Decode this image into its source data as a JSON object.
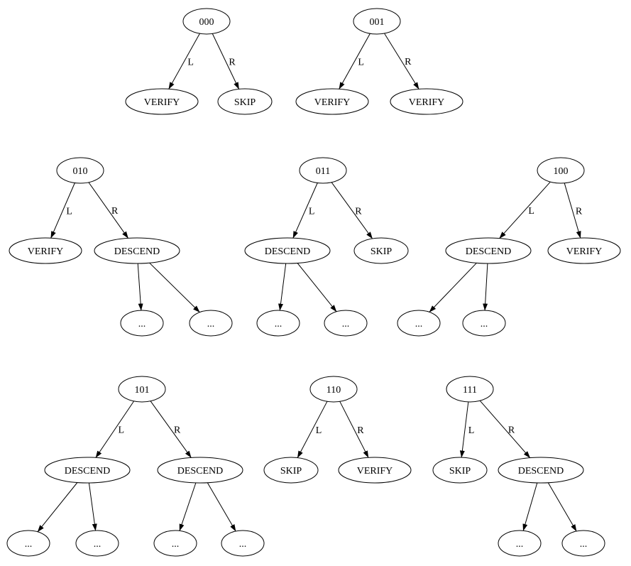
{
  "diagram": {
    "type": "decision-trees",
    "background_color": "#ffffff",
    "node_color": "#000000",
    "edge_labels": {
      "left": "L",
      "right": "R"
    },
    "ellipsis_label": "...",
    "trees": [
      {
        "root": "000",
        "left": "VERIFY",
        "right": "SKIP"
      },
      {
        "root": "001",
        "left": "VERIFY",
        "right": "VERIFY"
      },
      {
        "root": "010",
        "left": "VERIFY",
        "right": "DESCEND"
      },
      {
        "root": "011",
        "left": "DESCEND",
        "right": "SKIP"
      },
      {
        "root": "100",
        "left": "DESCEND",
        "right": "VERIFY"
      },
      {
        "root": "101",
        "left": "DESCEND",
        "right": "DESCEND"
      },
      {
        "root": "110",
        "left": "SKIP",
        "right": "VERIFY"
      },
      {
        "root": "111",
        "left": "SKIP",
        "right": "DESCEND"
      }
    ]
  }
}
